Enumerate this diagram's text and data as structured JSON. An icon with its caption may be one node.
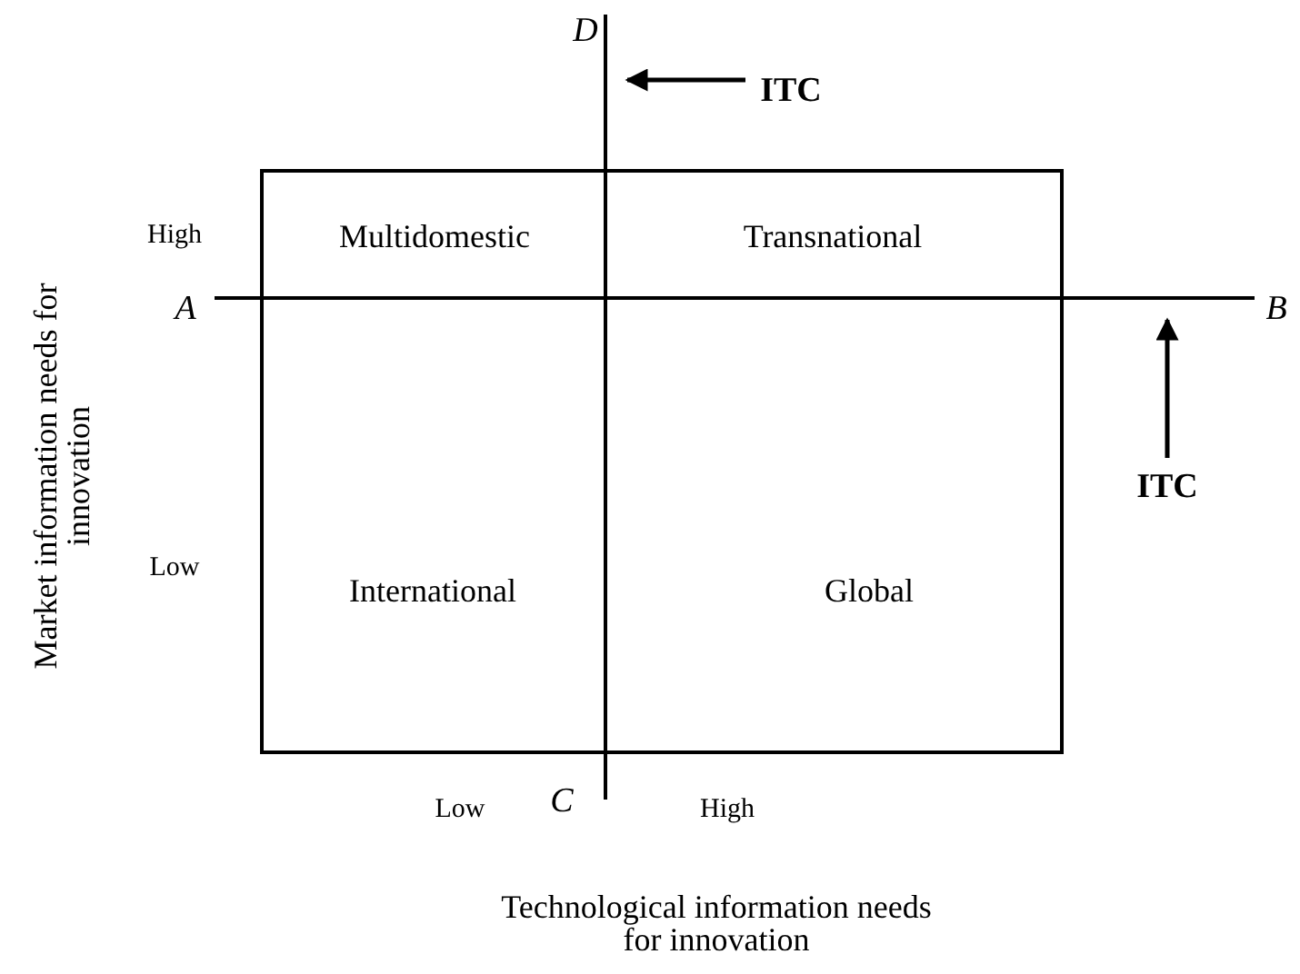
{
  "diagram": {
    "nodes": [
      {
        "text": [
          "ITC"
        ]
      },
      {
        "text": [
          "ITC"
        ]
      }
    ],
    "edges": [
      {
        "from": 0,
        "to": null,
        "arrow": "to"
      },
      {
        "from": 1,
        "to": null,
        "arrow": "to"
      }
    ],
    "labels": [
      "D",
      "High",
      "Multidomestic",
      "Transnational",
      "A",
      "B",
      "Low",
      "International",
      "Global",
      "Low",
      "C",
      "High",
      "Technological information needs for innovation",
      "Market information needs for innovation"
    ]
  }
}
